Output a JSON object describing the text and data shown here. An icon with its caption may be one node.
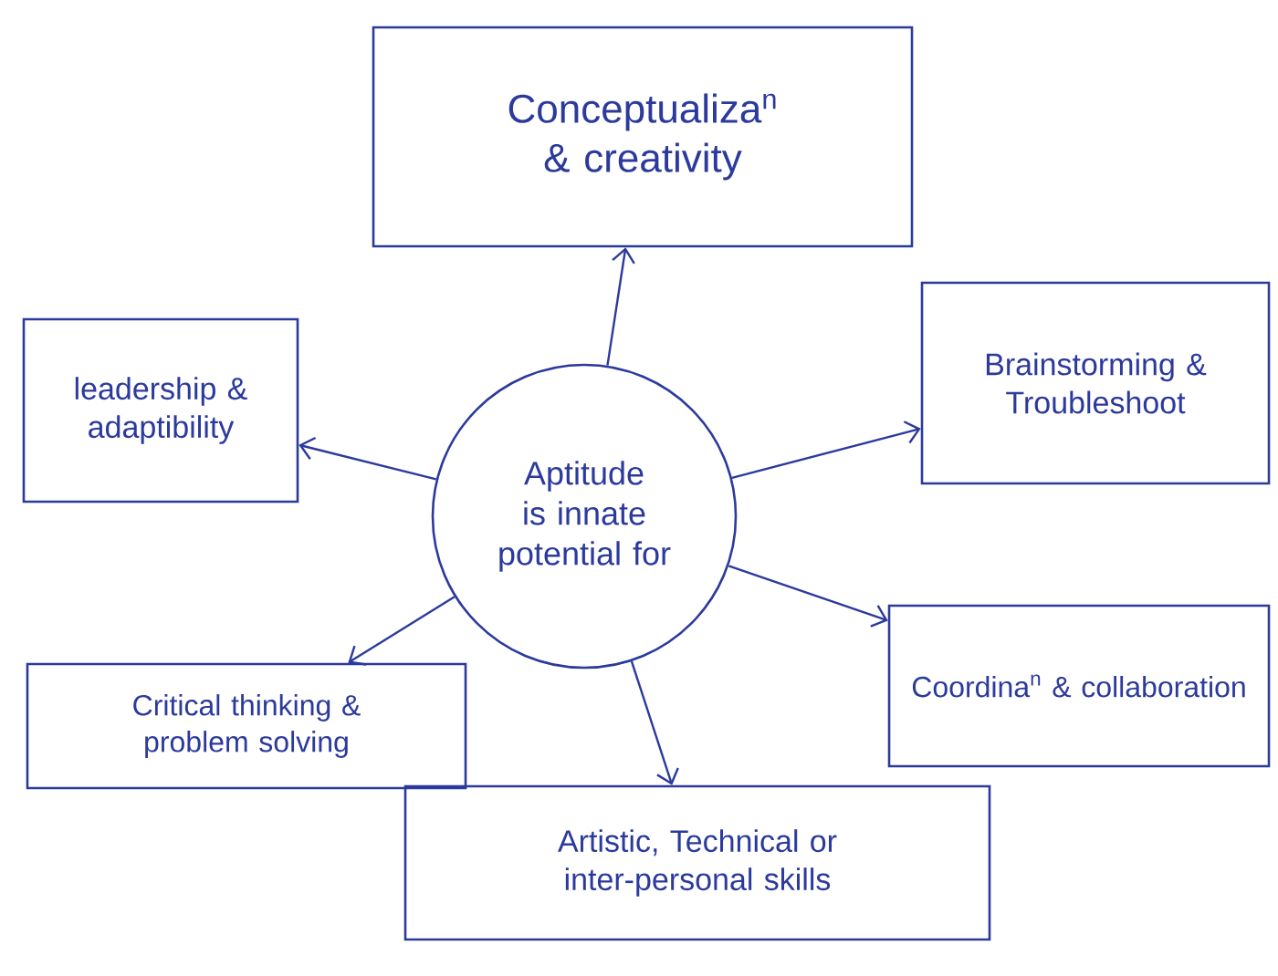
{
  "diagram": {
    "nodes": [
      {
        "text": [
          "Conceptualiza$^{n}$ & creativity"
        ]
      },
      {
        "text": [
          "leadership & adaptibility"
        ]
      },
      {
        "text": [
          "Aptitude is innate potential for"
        ]
      },
      {
        "text": [
          "Brainstorming & Troubleshoot"
        ]
      },
      {
        "text": [
          "Critical thinking & problem solving"
        ]
      },
      {
        "text": [
          "Coordina$^{n}$ & collaboration"
        ]
      },
      {
        "text": [
          "Artistic, Technical or inter-personal skills"
        ]
      }
    ],
    "edges": [
      {
        "from": 2,
        "to": 0,
        "arrow": "to"
      },
      {
        "from": 2,
        "to": 1,
        "arrow": "to"
      },
      {
        "from": 2,
        "to": 3,
        "arrow": "to"
      },
      {
        "from": 2,
        "to": 4,
        "arrow": "to"
      },
      {
        "from": 2,
        "to": 5,
        "arrow": "to"
      },
      {
        "from": 2,
        "to": 6,
        "arrow": "to"
      }
    ]
  }
}
